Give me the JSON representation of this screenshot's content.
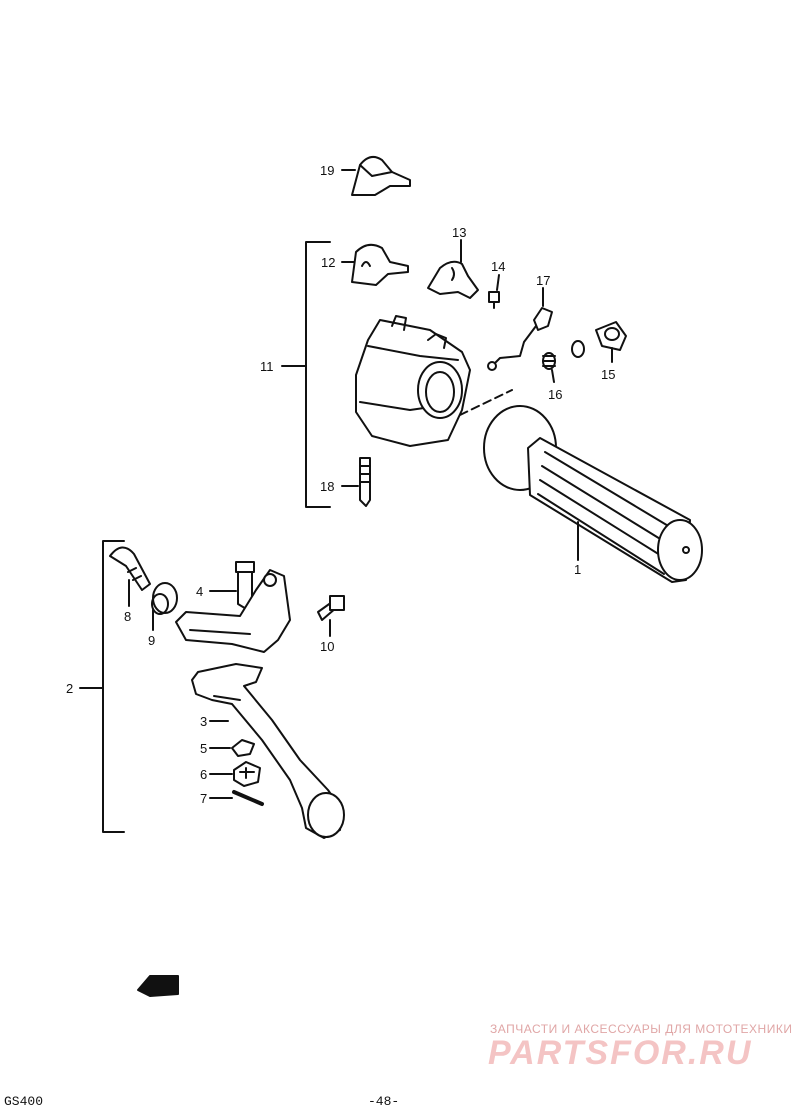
{
  "callouts": {
    "p1": "1",
    "p2": "2",
    "p3": "3",
    "p4": "4",
    "p5": "5",
    "p6": "6",
    "p7": "7",
    "p8": "8",
    "p9": "9",
    "p10": "10",
    "p11": "11",
    "p12": "12",
    "p13": "13",
    "p14": "14",
    "p15": "15",
    "p16": "16",
    "p17": "17",
    "p18": "18",
    "p19": "19"
  },
  "footer": {
    "model": "GS400",
    "page_number": "-48-"
  },
  "watermark": {
    "tagline": "ЗАПЧАСТИ И АКСЕССУАРЫ ДЛЯ МОТОТЕХНИКИ",
    "brand": "PARTSFOR.RU"
  },
  "colors": {
    "ink": "#111111",
    "watermark": "#f4c4c4"
  }
}
